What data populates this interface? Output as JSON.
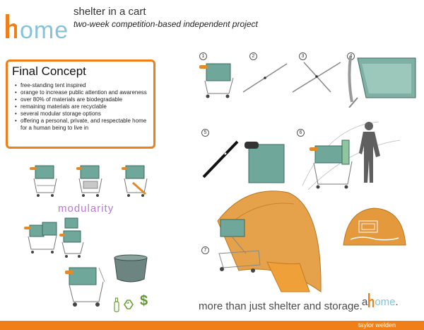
{
  "header": {
    "logo_text": "ome",
    "title": "shelter in a cart",
    "subtitle": "two-week competition-based independent project"
  },
  "concept": {
    "heading": "Final Concept",
    "bullets": [
      "free-standing tent inspired",
      "orange to increase public attention and awareness",
      "over 80% of materials are biodegradable",
      "remaining materials are recyclable",
      "several modular storage options",
      "offering a personal, private, and respectable home for a human being to live in"
    ]
  },
  "modularity_label": "modularity",
  "steps": [
    "1",
    "2",
    "3",
    "4",
    "5",
    "6",
    "7"
  ],
  "tagline": "more than just shelter and storage.",
  "tagline_logo": {
    "a": "a",
    "ome": "ome",
    "dot": "."
  },
  "footer": {
    "author": "taylor welden"
  },
  "icons": [
    "bottle-icon",
    "recycle-icon",
    "dollar-icon"
  ],
  "colors": {
    "accent": "#f07f1a",
    "teal": "#6fa79a",
    "logo_blue": "#86c3da",
    "modularity": "#b77bd2"
  }
}
